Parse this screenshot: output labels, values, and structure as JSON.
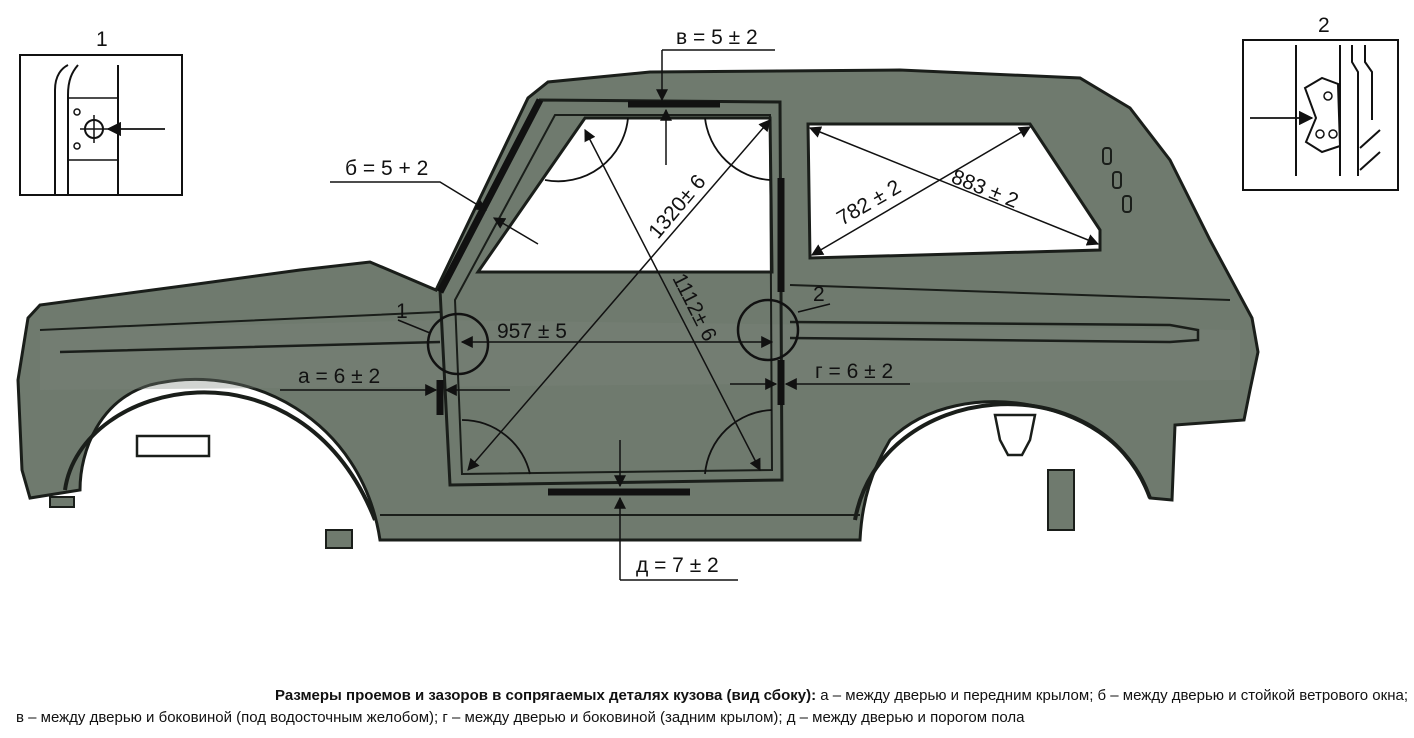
{
  "insets": {
    "left_number": "1",
    "right_number": "2"
  },
  "gaps": {
    "a": "а = 6 ± 2",
    "b": "б = 5 + 2",
    "v": "в = 5 ± 2",
    "g": "г = 6 ± 2",
    "d": "д = 7 ± 2"
  },
  "dimensions": {
    "door_width": "957 ± 5",
    "door_diag_1": "1320± 6",
    "door_diag_2": "1112± 6",
    "window_diag_1": "782 ± 2",
    "window_diag_2": "883 ± 2"
  },
  "callouts": {
    "c1": "1",
    "c2": "2"
  },
  "caption": {
    "title": "Размеры проемов и зазоров в сопрягаемых деталях кузова (вид сбоку):",
    "line1_rest": " а – между дверью и передним крылом; б – между дверью и стойкой ветрового окна;",
    "line2": "в – между дверью и боковиной (под водосточным желобом); г – между дверью и боковиной (задним крылом); д – между дверью и порогом пола"
  },
  "colors": {
    "body_fill": "#6f7a6e",
    "body_stroke": "#1a1e1a",
    "glass": "#ffffff",
    "line": "#111111"
  }
}
